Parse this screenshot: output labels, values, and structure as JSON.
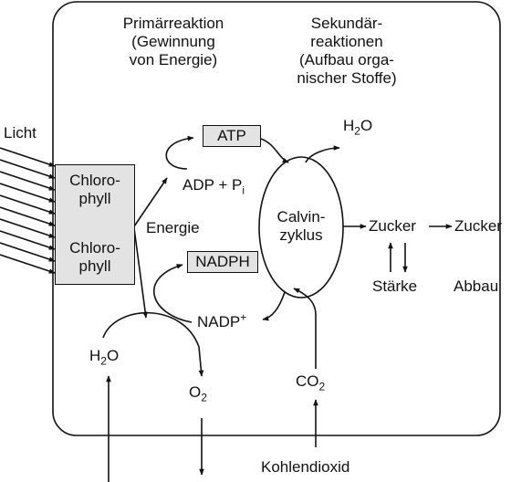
{
  "primary": {
    "line1": "Primärreaktion",
    "line2": "(Gewinnung",
    "line3": "von Energie)"
  },
  "secondary": {
    "line1": "Sekundär-",
    "line2": "reaktionen",
    "line3": "(Aufbau orga-",
    "line4": "nischer Stoffe)"
  },
  "licht": "Licht",
  "chlorophyll": {
    "line1": "Chloro-",
    "line2": "phyll",
    "line3": "Chloro-",
    "line4": "phyll"
  },
  "energie": "Energie",
  "atp": "ATP",
  "adp": {
    "text": "ADP + P",
    "sub": "i"
  },
  "nadph": "NADPH",
  "nadp": {
    "text": "NADP",
    "sup": "+"
  },
  "calvin": {
    "line1": "Calvin-",
    "line2": "zyklus"
  },
  "h2o_top": {
    "a": "H",
    "sub": "2",
    "b": "O"
  },
  "h2o_bottom": {
    "a": "H",
    "sub": "2",
    "b": "O"
  },
  "o2": {
    "a": "O",
    "sub": "2"
  },
  "co2": {
    "a": "CO",
    "sub": "2"
  },
  "zucker1": "Zucker",
  "zucker2": "Zucker",
  "staerke": "Stärke",
  "abbau": "Abbau",
  "kohlendioxid": "Kohlendioxid"
}
